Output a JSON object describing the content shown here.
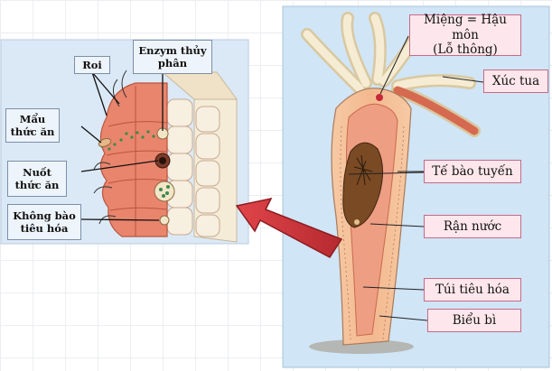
{
  "left_labels": {
    "roi": "Roi",
    "enzyme": [
      "Enzym thủy",
      "phân"
    ],
    "food_piece": [
      "Mẩu",
      "thức ăn"
    ],
    "swallow": [
      "Nuốt",
      "thức ăn"
    ],
    "vacuole": [
      "Không bào",
      "tiêu hóa"
    ]
  },
  "right_labels": {
    "mouth": [
      "Miệng = Hậu môn",
      "(Lỗ thông)"
    ],
    "tentacle": "Xúc tua",
    "gland_cell": "Tế bào tuyến",
    "water_flea": "Rận nước",
    "digestive_sac": "Túi tiêu hóa",
    "epidermis": "Biểu bì"
  },
  "colors": {
    "left_bg": "#dbe9f6",
    "right_bg": "#d0e5f6",
    "left_label_fill": "#eef4fb",
    "right_label_fill": "#fde7ec",
    "arrow": "#c9363a",
    "tissue": "#e9856d",
    "body_wall": "#f1b58a"
  }
}
